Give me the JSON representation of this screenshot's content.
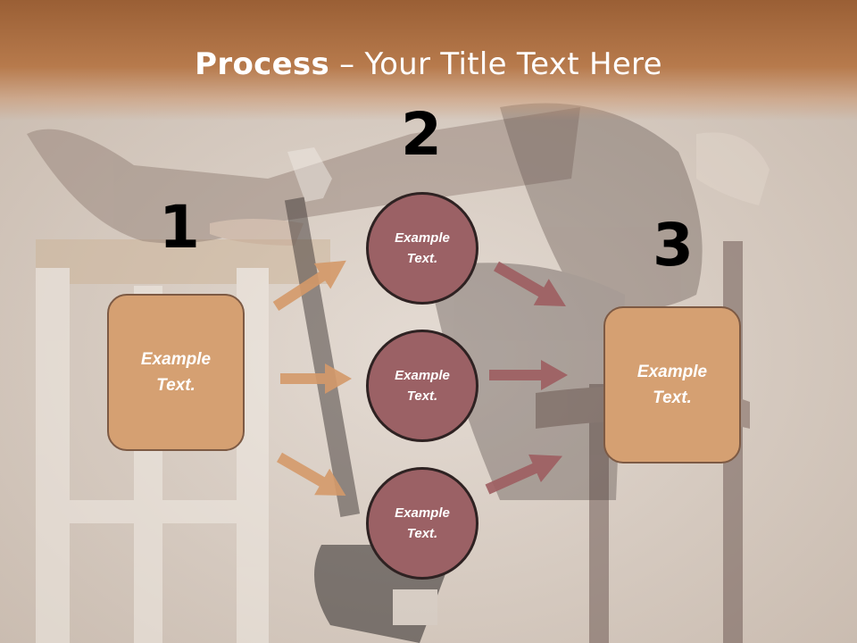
{
  "title": {
    "bold": "Process",
    "rest": " – Your Title Text Here"
  },
  "numbers": {
    "one": "1",
    "two": "2",
    "three": "3"
  },
  "left_box": {
    "line1": "Example",
    "line2": "Text."
  },
  "right_box": {
    "line1": "Example",
    "line2": "Text."
  },
  "circles": [
    {
      "line1": "Example",
      "line2": "Text."
    },
    {
      "line1": "Example",
      "line2": "Text."
    },
    {
      "line1": "Example",
      "line2": "Text."
    }
  ],
  "colors": {
    "title_band": "#b77a4c",
    "box_fill": "#d5a072",
    "circle_fill": "#9b6165",
    "left_arrow": "#d49a6a",
    "right_arrow": "#9e5e61"
  }
}
